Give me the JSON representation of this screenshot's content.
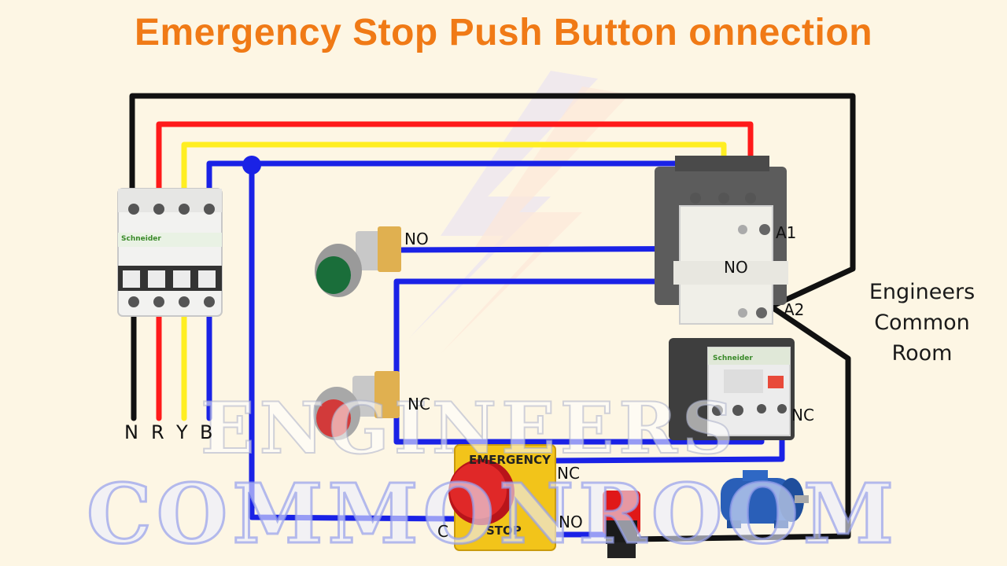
{
  "title": "Emergency Stop Push Button onnection",
  "brand": {
    "line1": "Engineers",
    "line2": "Common",
    "line3": "Room"
  },
  "watermark": {
    "line1": "ENGINEERS",
    "line2": "COMMONROOM"
  },
  "breaker": {
    "brand": "Schneider",
    "terminals": [
      "N",
      "R",
      "Y",
      "B"
    ]
  },
  "labels": {
    "start_no": "NO",
    "stop_nc": "NC",
    "contactor_a1": "A1",
    "contactor_a2": "A2",
    "contactor_aux_no": "NO",
    "overload_nc": "NC",
    "estop_nc": "NC",
    "estop_no": "NO",
    "estop_c": "C"
  },
  "emergency_button": {
    "text_top": "EMERGENCY",
    "text_bottom": "STOP"
  },
  "overload": {
    "brand": "Schneider"
  },
  "colors": {
    "black": "#111111",
    "red": "#ff1a1a",
    "yellow": "#ffee22",
    "blue": "#1a22e6",
    "accent": "#f07a16"
  }
}
